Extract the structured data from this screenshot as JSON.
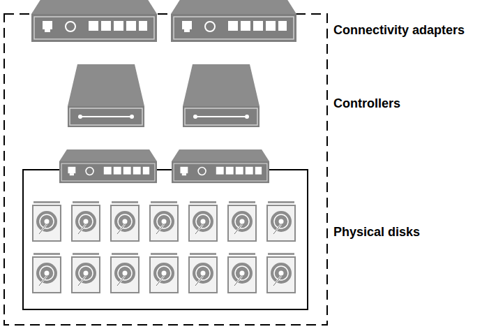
{
  "diagram": {
    "labels": [
      "Connectivity adapters",
      "Controllers",
      "Physical disks"
    ]
  }
}
